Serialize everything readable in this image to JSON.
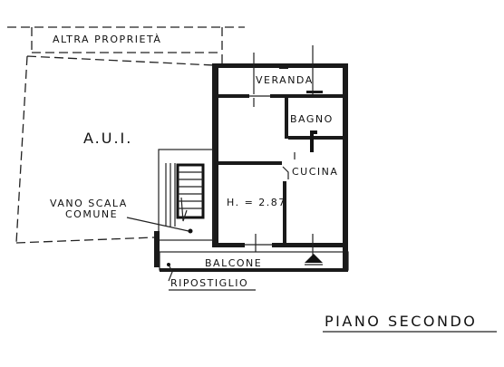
{
  "plan": {
    "labels": {
      "altra_proprieta": "ALTRA PROPRIETÀ",
      "aui": "A.U.I.",
      "veranda": "VERANDA",
      "bagno": "BAGNO",
      "cucina": "CUCINA",
      "height": "H. = 2.87",
      "vano_scala_line1": "VANO SCALA",
      "vano_scala_line2": "COMUNE",
      "balcone": "BALCONE",
      "ripostiglio": "RIPOSTIGLIO"
    },
    "title": "PIANO SECONDO"
  }
}
